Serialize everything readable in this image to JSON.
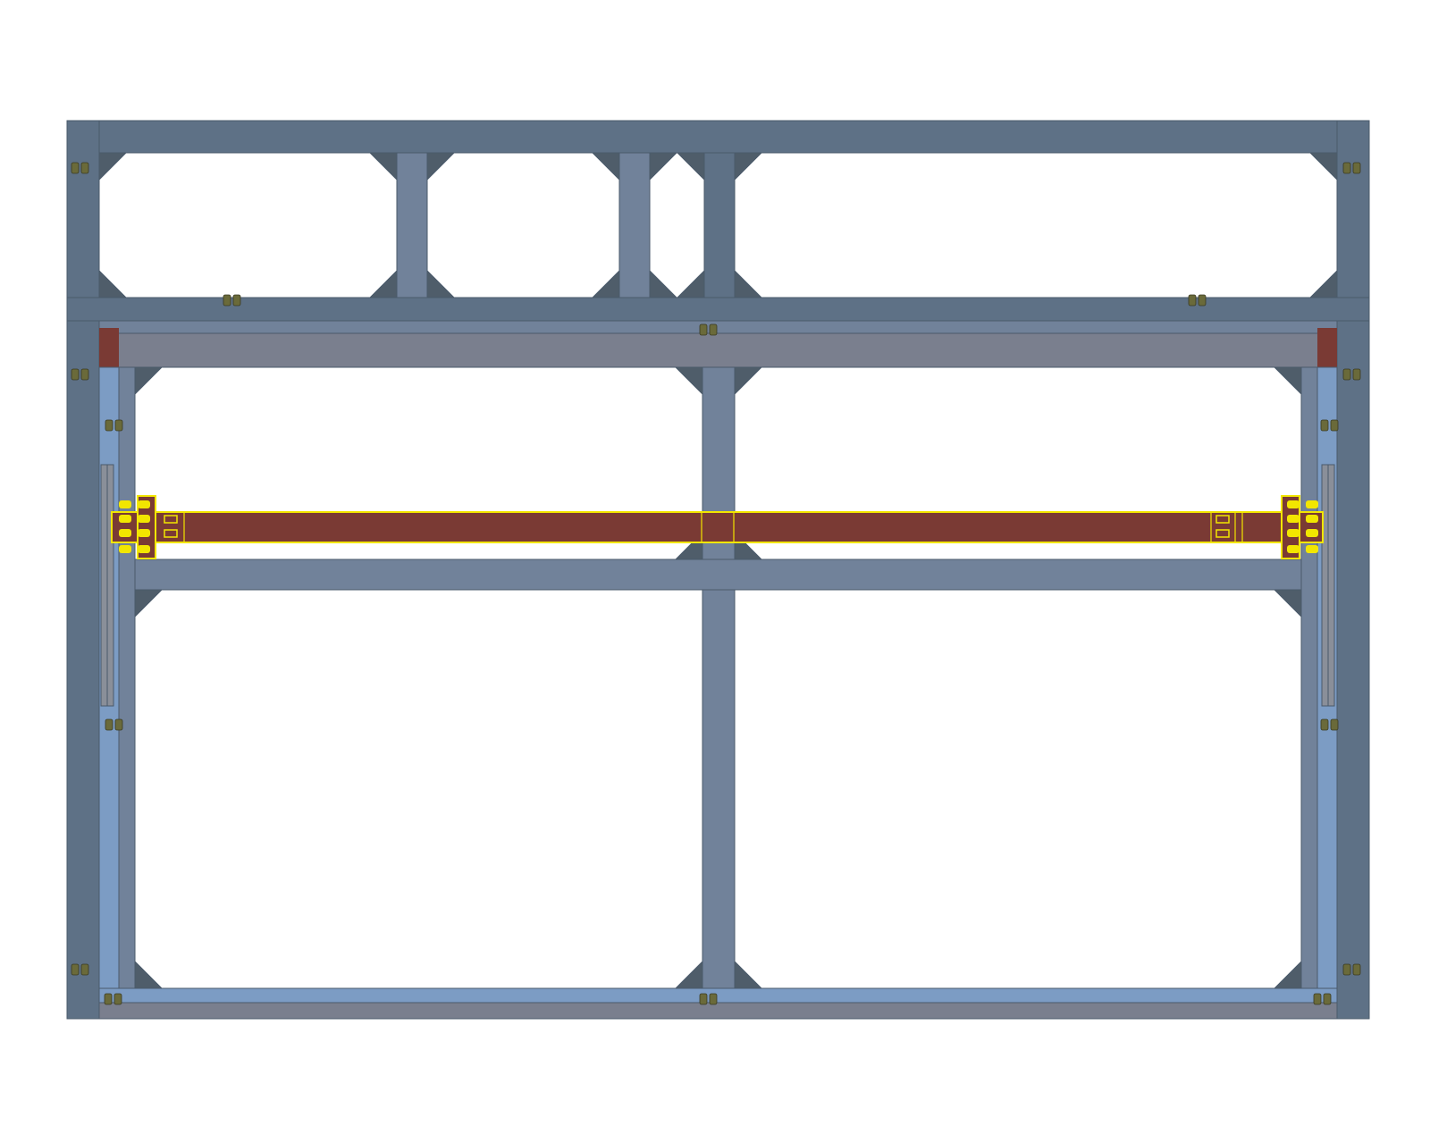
{
  "view": {
    "kind": "cad-frame-front-view",
    "text_labels": []
  },
  "colors": {
    "background": "#ffffff",
    "outer_frame": "#5e7186",
    "outer_frame_edge": "#4a5a6b",
    "inner_frame": "#71829a",
    "inner_frame_light": "#7c9cc4",
    "top_rail_band": "#7a7f8e",
    "gusset": "#4f5d6a",
    "bolt": "#6a6a3a",
    "highlighted_beam": "#7a3a34",
    "highlight_outline": "#f2e600",
    "slot_fill": "#8a8f99"
  },
  "parts": {
    "highlighted_beam": {
      "state": "selected",
      "end_plates": [
        "left",
        "right"
      ]
    },
    "top_posts": [
      "post-1",
      "post-2",
      "post-3"
    ],
    "vertical_struts": [
      "left-inner",
      "center",
      "right-inner"
    ],
    "side_rails": [
      "left",
      "right"
    ]
  }
}
